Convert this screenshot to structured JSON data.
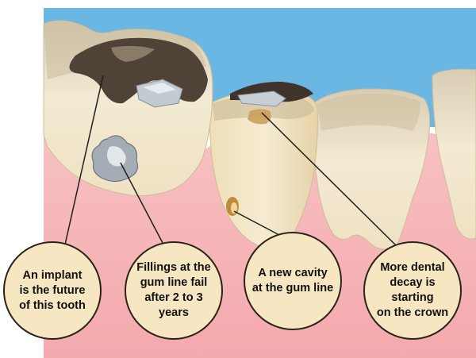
{
  "callouts": [
    {
      "id": "implant",
      "text": "An implant\nis the future\nof this tooth"
    },
    {
      "id": "fillings",
      "text": "Fillings at the\ngum line fail\nafter 2 to 3\nyears"
    },
    {
      "id": "cavity",
      "text": "A new cavity\nat the gum line"
    },
    {
      "id": "decay",
      "text": "More dental\ndecay is starting\non the crown"
    }
  ],
  "colors": {
    "sky": "#6ab7e3",
    "gum": "#f2a9ac",
    "gum_light": "#f9cfd0",
    "tooth": "#f1e6cc",
    "tooth_shadow": "#d9c9a6",
    "decay": "#5a4a3a",
    "filling": "#b9c2c9",
    "callout_fill": "#f6e6c2",
    "outline": "#2b2418"
  }
}
